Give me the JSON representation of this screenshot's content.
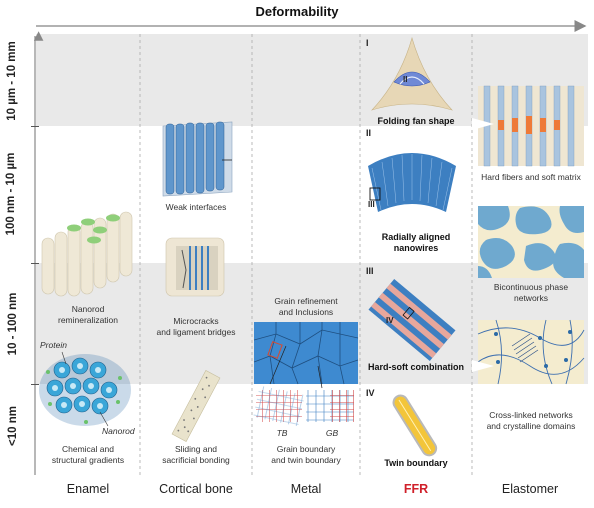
{
  "header": {
    "title": "Deformability"
  },
  "scales": [
    {
      "label": "10 µm - 10 mm"
    },
    {
      "label": "100 nm - 10 µm"
    },
    {
      "label": "10 - 100 nm"
    },
    {
      "label": "<10 nm"
    }
  ],
  "columns": [
    {
      "label": "Enamel",
      "color": "#222222"
    },
    {
      "label": "Cortical bone",
      "color": "#222222"
    },
    {
      "label": "Metal",
      "color": "#222222"
    },
    {
      "label": "FFR",
      "color": "#d0202a"
    },
    {
      "label": "Elastomer",
      "color": "#222222"
    }
  ],
  "enamel": {
    "nanorod": "Nanorod\nremineralization",
    "protein": "Protein",
    "nanorod_tag": "Nanorod",
    "gradients": "Chemical and\nstructural gradients"
  },
  "bone": {
    "weak": "Weak interfaces",
    "micro": "Microcracks\nand ligament bridges",
    "sliding": "Sliding and\nsacrificial bonding"
  },
  "metal": {
    "grain": "Grain refinement\nand Inclusions",
    "tb": "TB",
    "gb": "GB",
    "boundary": "Grain boundary\nand twin boundary"
  },
  "ffr": {
    "r1": "I",
    "r2": "II",
    "r3": "III",
    "r4": "IV",
    "fan": "Folding fan shape",
    "nanowires": "Radially aligned\nnanowires",
    "hardsoft": "Hard-soft combination",
    "twin": "Twin boundary",
    "inset2": "II",
    "inset3": "III",
    "inset4": "IV"
  },
  "elastomer": {
    "fibers": "Hard fibers and soft matrix",
    "bicont": "Bicontinuous phase\nnetworks",
    "crosslinked": "Cross-linked networks\nand  crystalline domains"
  },
  "colors": {
    "accent": "#d0202a",
    "band_gray": "#e9e9e9",
    "blue": "#3d7fc1",
    "cream": "#f3ecd3"
  }
}
